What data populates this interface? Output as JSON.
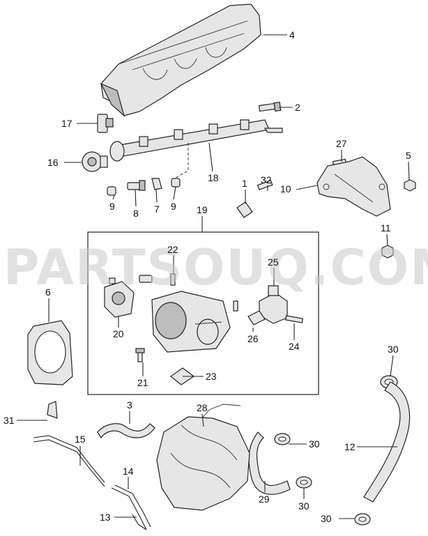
{
  "watermark": "PARTSOUQ.COM",
  "callouts": {
    "c1": "1",
    "c2": "2",
    "c3": "3",
    "c4": "4",
    "c5": "5",
    "c6": "6",
    "c7": "7",
    "c8": "8",
    "c9a": "9",
    "c9b": "9",
    "c10": "10",
    "c11": "11",
    "c12": "12",
    "c13": "13",
    "c14": "14",
    "c15": "15",
    "c16": "16",
    "c17": "17",
    "c18": "18",
    "c19": "19",
    "c20": "20",
    "c21": "21",
    "c22": "22",
    "c23": "23",
    "c24": "24",
    "c25": "25",
    "c26": "26",
    "c27": "27",
    "c28": "28",
    "c29": "29",
    "c30a": "30",
    "c30b": "30",
    "c30c": "30",
    "c30d": "30",
    "c31": "31",
    "c32": "32"
  }
}
